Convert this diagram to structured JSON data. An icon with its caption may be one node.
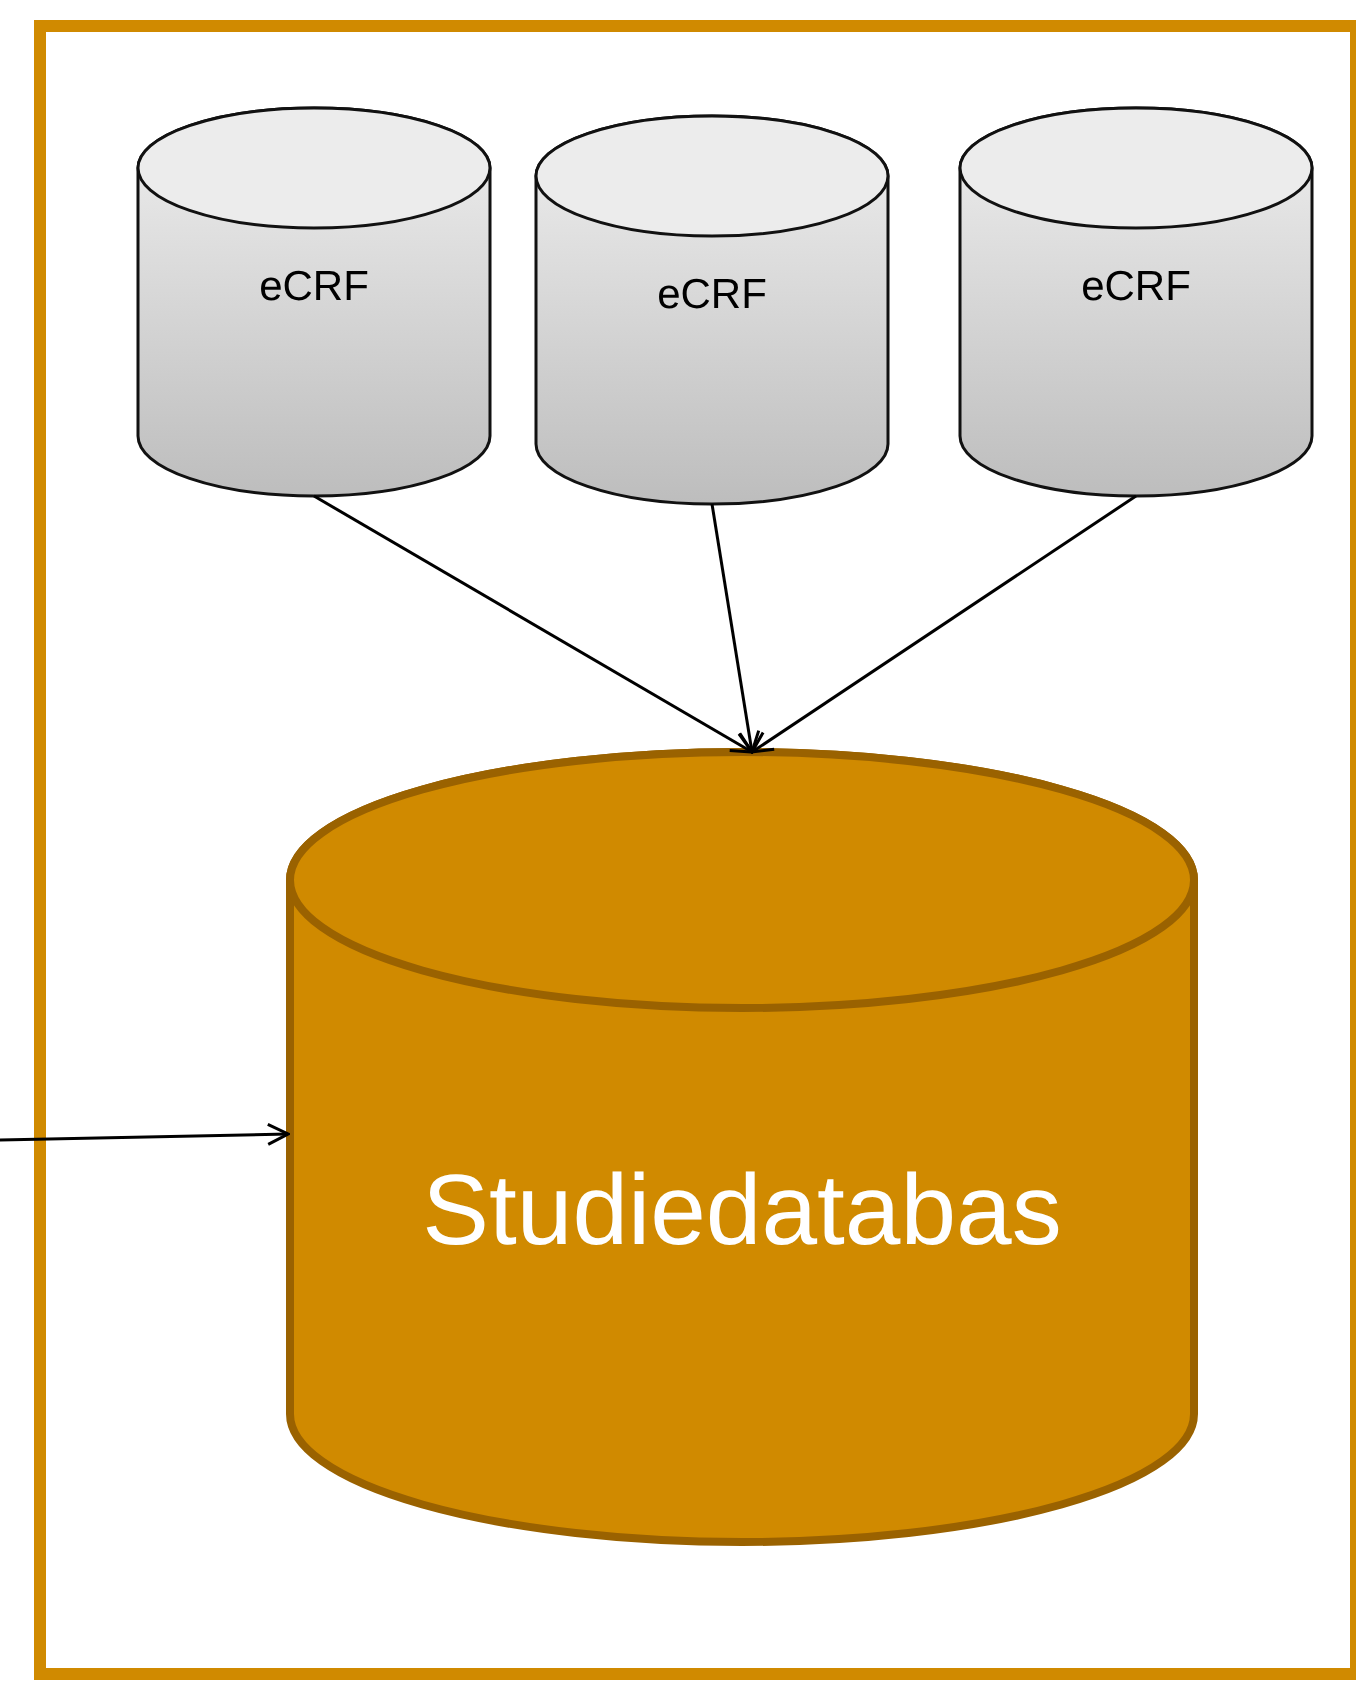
{
  "diagram": {
    "nodes": [
      {
        "text": [],
        "shape": "box"
      },
      {
        "text": [
          "eCRF"
        ],
        "in": 0
      },
      {
        "text": [
          "eCRF"
        ],
        "in": 0
      },
      {
        "text": [
          "eCRF"
        ],
        "in": 0
      },
      {
        "text": [
          "Studiedatabas"
        ],
        "in": 0
      }
    ],
    "edges": [
      {
        "from": 1,
        "to": 4,
        "arrow": "to"
      },
      {
        "from": 2,
        "to": 4,
        "arrow": "to"
      },
      {
        "from": 3,
        "to": 4,
        "arrow": "to"
      },
      {
        "from": null,
        "to": 4,
        "arrow": "to"
      }
    ]
  }
}
